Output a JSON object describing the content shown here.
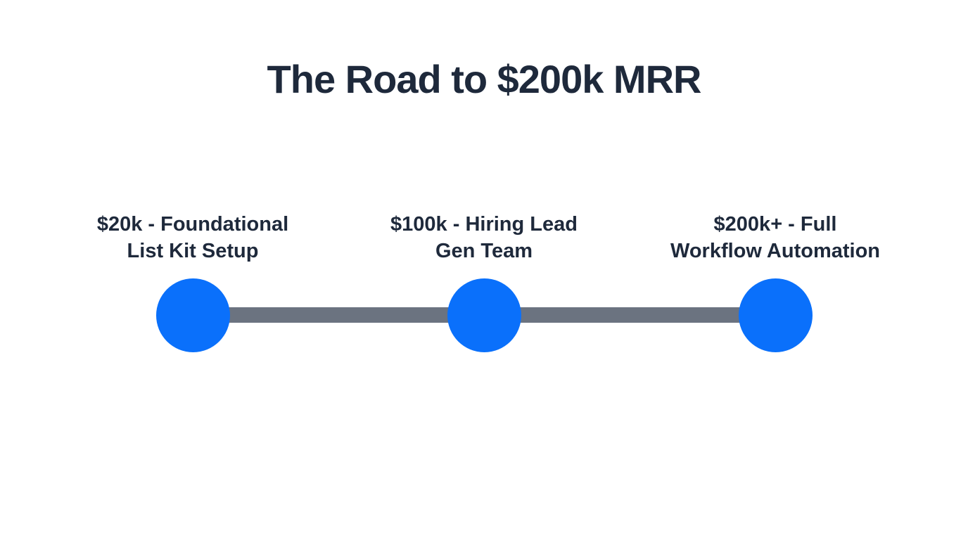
{
  "title": "The Road to $200k MRR",
  "colors": {
    "background": "#ffffff",
    "text": "#1e293b",
    "node_blue": "#0a70fb",
    "connector_gray": "#6b7380"
  },
  "timeline": {
    "milestones": [
      {
        "value": "$20k",
        "label_line1": "$20k - Foundational",
        "label_line2": "List Kit Setup"
      },
      {
        "value": "$100k",
        "label_line1": "$100k - Hiring Lead",
        "label_line2": "Gen Team"
      },
      {
        "value": "$200k+",
        "label_line1": "$200k+ - Full",
        "label_line2": "Workflow Automation"
      }
    ]
  }
}
